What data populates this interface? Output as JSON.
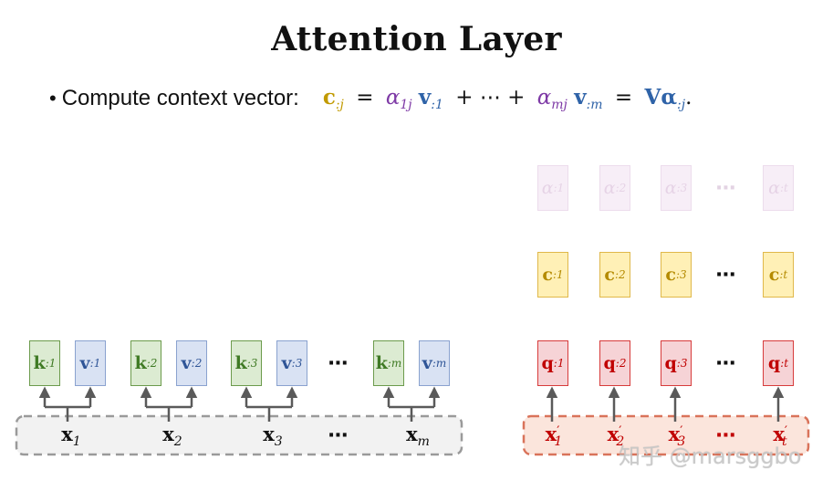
{
  "title": "Attention Layer",
  "bullet": {
    "text": "Compute context vector:",
    "equation": {
      "lhs": "c",
      "lhs_sub": ":j",
      "eq": "=",
      "a1": "α",
      "a1_sub": "1j",
      "v1": "v",
      "v1_sub": ":1",
      "plus": "+ ⋯ +",
      "am": "α",
      "am_sub": "mj",
      "vm": "v",
      "vm_sub": ":m",
      "eq2": "=",
      "rhs_V": "V",
      "rhs_alpha": "α",
      "rhs_sub": ":j",
      "period": "."
    }
  },
  "encoder": {
    "pairs": [
      {
        "k": "k",
        "k_sub": ":1",
        "v": "v",
        "v_sub": ":1",
        "x": "x",
        "x_sub": "1"
      },
      {
        "k": "k",
        "k_sub": ":2",
        "v": "v",
        "v_sub": ":2",
        "x": "x",
        "x_sub": "2"
      },
      {
        "k": "k",
        "k_sub": ":3",
        "v": "v",
        "v_sub": ":3",
        "x": "x",
        "x_sub": "3"
      },
      {
        "k": "k",
        "k_sub": ":m",
        "v": "v",
        "v_sub": ":m",
        "x": "x",
        "x_sub": "m"
      }
    ],
    "dots": "⋯"
  },
  "decoder": {
    "alphas": [
      {
        "sym": "α",
        "sub": ":1"
      },
      {
        "sym": "α",
        "sub": ":2"
      },
      {
        "sym": "α",
        "sub": ":3"
      },
      {
        "sym": "α",
        "sub": ":t"
      }
    ],
    "contexts": [
      {
        "sym": "c",
        "sub": ":1"
      },
      {
        "sym": "c",
        "sub": ":2"
      },
      {
        "sym": "c",
        "sub": ":3"
      },
      {
        "sym": "c",
        "sub": ":t"
      }
    ],
    "queries": [
      {
        "sym": "q",
        "sub": ":1"
      },
      {
        "sym": "q",
        "sub": ":2"
      },
      {
        "sym": "q",
        "sub": ":3"
      },
      {
        "sym": "q",
        "sub": ":t"
      }
    ],
    "inputs": [
      {
        "sym": "x",
        "prime": "′",
        "sub": "1"
      },
      {
        "sym": "x",
        "prime": "′",
        "sub": "2"
      },
      {
        "sym": "x",
        "prime": "′",
        "sub": "3"
      },
      {
        "sym": "x",
        "prime": "′",
        "sub": "t"
      }
    ],
    "dots": "⋯"
  },
  "watermark": "知乎 @marsggbo",
  "colors": {
    "key_green": "#3f7a24",
    "value_blue": "#2f5597",
    "query_red": "#c00000",
    "context_gold": "#b48a00",
    "alpha_faint": "#e6d3e6"
  }
}
